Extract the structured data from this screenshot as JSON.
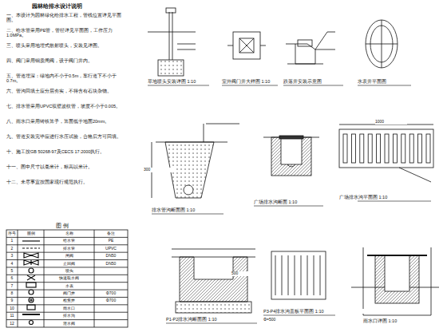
{
  "diagram": {
    "title": "园林给排水设计说明",
    "labels": [
      "一、本设计为园林绿化给排水工程，管线位置详见平面图。",
      "二、给水管采用PE管，管径详见平面图，工作压力1.0MPa。",
      "三、喷头采用地埋式散射喷头，安装见详图。",
      "四、阀门采用铜质闸阀，设于阀门井内。",
      "五、管道埋深：绿地内不小于0.5m，车行道下不小于0.7m。",
      "六、管沟回填土应分层夯实，不得含有石块杂物。",
      "七、排水管采用UPVC双壁波纹管，坡度不小于0.005。",
      "八、雨水口采用铸铁箅子，箅面低于地面20mm。",
      "九、管道安装完毕应进行水压试验，合格后方可回填。",
      "十、施工按GB 50268-97及CECS 17:2000执行。",
      "十一、图中尺寸以毫米计，标高以米计。",
      "十二、未尽事宜按国家现行规范执行。",
      "图 例",
      "序号",
      "图例",
      "名称",
      "备注",
      "1",
      "2",
      "3",
      "4",
      "5",
      "6",
      "7",
      "8",
      "9",
      "10",
      "11",
      "12",
      "给水管",
      "排水管",
      "闸阀",
      "止回阀",
      "喷头",
      "快速取水阀",
      "水表",
      "阀门井",
      "检查井",
      "雨水口",
      "排水沟",
      "泄水阀",
      "PE",
      "UPVC",
      "DN50",
      "DN50",
      "Φ700",
      "Φ700",
      "草地喷头安装详图 1:10",
      "室外阀门井大样图 1:10",
      "跌落井安装示意图",
      "水表井平面图",
      "排水管沟断面图 1:10",
      "广场排水沟断面 1:10",
      "广场排水沟平面图 1:10",
      "P1-P2排水沟断面图 1:10",
      "P3-P4排水沟盖板平面图 1:10",
      "雨水口详图 1:10",
      "Φ=500",
      "300",
      "500",
      "1000"
    ]
  }
}
